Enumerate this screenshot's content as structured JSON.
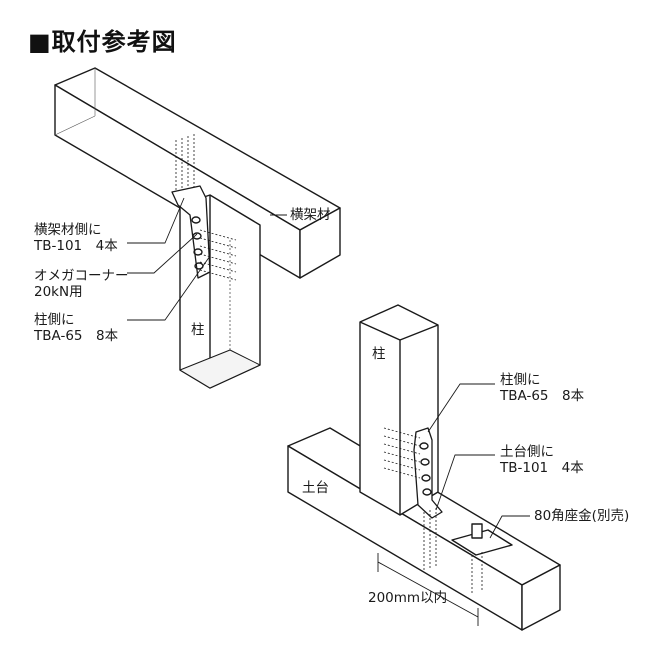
{
  "title": "■取付参考図",
  "top_assembly": {
    "beam_label": "横架材",
    "column_label": "柱",
    "callout_beam_screws_line1": "横架材側に",
    "callout_beam_screws_line2": "TB-101　4本",
    "callout_bracket_line1": "オメガコーナー",
    "callout_bracket_line2": "20kN用",
    "callout_column_screws_line1": "柱側に",
    "callout_column_screws_line2": "TBA-65　8本"
  },
  "bottom_assembly": {
    "column_label": "柱",
    "sill_label": "土台",
    "callout_column_screws_line1": "柱側に",
    "callout_column_screws_line2": "TBA-65　8本",
    "callout_sill_screws_line1": "土台側に",
    "callout_sill_screws_line2": "TB-101　4本",
    "callout_washer": "80角座金(別売)",
    "dimension_label": "200mm以内"
  }
}
